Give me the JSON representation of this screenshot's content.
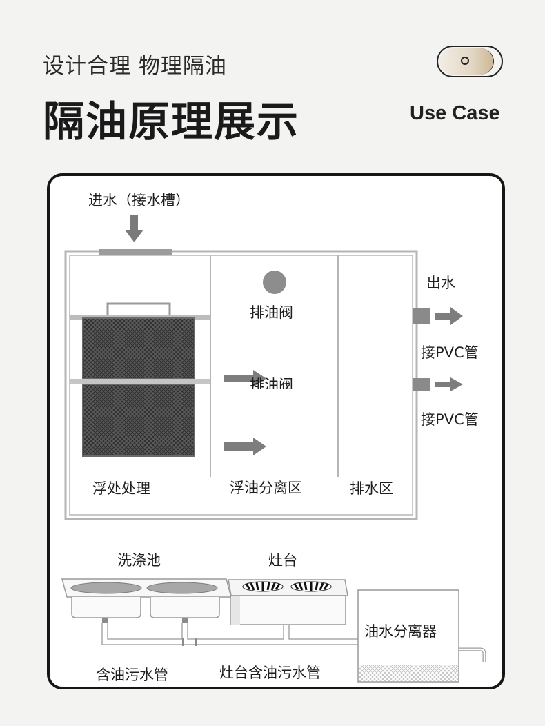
{
  "header": {
    "subtitle": "设计合理 物理隔油",
    "title": "隔油原理展示",
    "use_case": "Use Case"
  },
  "diagram": {
    "inlet_label": "进水（接水槽）",
    "valve_label": "排油阀",
    "valve_label_ghost": "排油阀",
    "outlet_label": "出水",
    "pvc_label_1": "接PVC管",
    "pvc_label_2": "接PVC管",
    "zone_flotation": "浮处处理",
    "zone_separation": "浮油分离区",
    "zone_drain": "排水区",
    "sink_label": "洗涤池",
    "stove_label": "灶台",
    "separator_label": "油水分离器",
    "pipe_oily": "含油污水管",
    "pipe_stove": "灶台含油污水管"
  },
  "colors": {
    "background": "#f3f3f2",
    "frame": "#161616",
    "arrow": "#7a7a7a",
    "filter": "#4a4a4a"
  }
}
